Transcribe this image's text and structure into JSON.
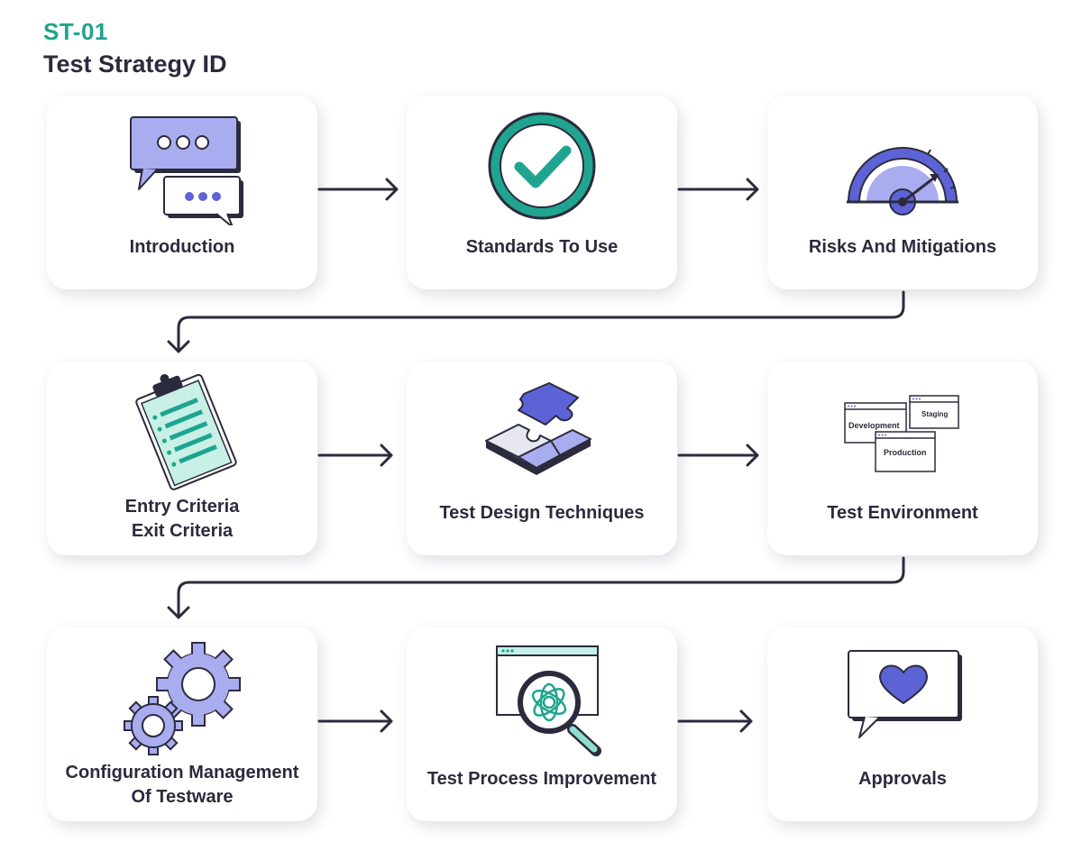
{
  "header": {
    "id": "ST-01",
    "title": "Test Strategy ID"
  },
  "steps": [
    {
      "label": "Introduction",
      "icon": "chat-bubbles-icon"
    },
    {
      "label": "Standards To Use",
      "icon": "checkmark-circle-icon"
    },
    {
      "label": "Risks And Mitigations",
      "icon": "gauge-icon"
    },
    {
      "label_lines": [
        "Entry Criteria",
        "Exit Criteria"
      ],
      "icon": "clipboard-icon"
    },
    {
      "label": "Test Design Techniques",
      "icon": "puzzle-icon"
    },
    {
      "label": "Test Environment",
      "icon": "environments-icon",
      "windows": [
        "Development",
        "Staging",
        "Production"
      ]
    },
    {
      "label_lines": [
        "Configuration Management",
        "Of Testware"
      ],
      "icon": "gears-icon"
    },
    {
      "label": "Test Process Improvement",
      "icon": "magnifier-icon"
    },
    {
      "label": "Approvals",
      "icon": "heart-bubble-icon"
    }
  ],
  "colors": {
    "accent": "#1fa58f",
    "lavender": "#a9acef",
    "indigo": "#5d63d6",
    "ink": "#2b2b3d"
  }
}
